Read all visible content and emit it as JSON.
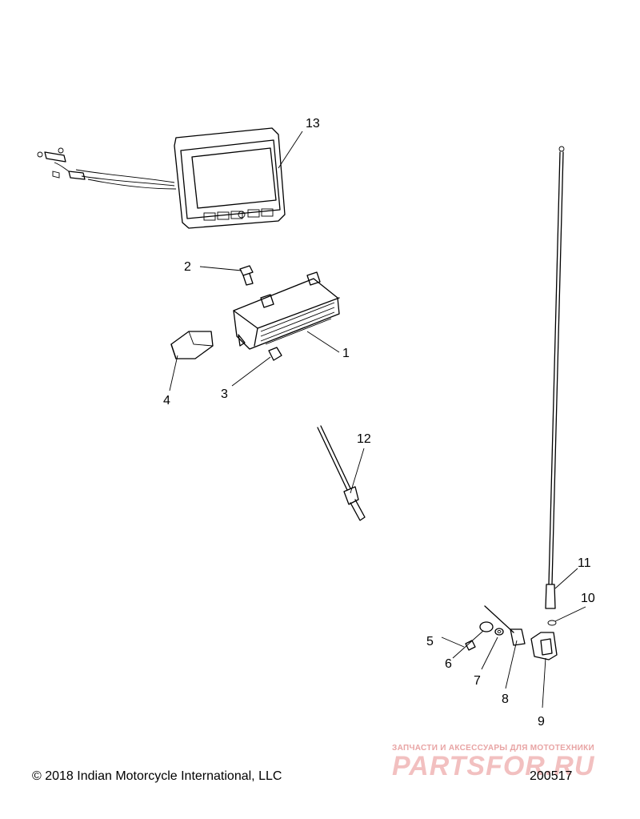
{
  "labels": {
    "l1": "1",
    "l2": "2",
    "l3": "3",
    "l4": "4",
    "l5": "5",
    "l6": "6",
    "l7": "7",
    "l8": "8",
    "l9": "9",
    "l10": "10",
    "l11": "11",
    "l12": "12",
    "l13": "13"
  },
  "footer": {
    "copyright": "© 2018 Indian Motorcycle International, LLC",
    "figure_number": "200517"
  },
  "watermark": {
    "tagline": "ЗАПЧАСТИ И АКСЕССУАРЫ ДЛЯ МОТОТЕХНИКИ",
    "brand": "PARTSFOR.RU",
    "color": "#f0b6b6"
  }
}
